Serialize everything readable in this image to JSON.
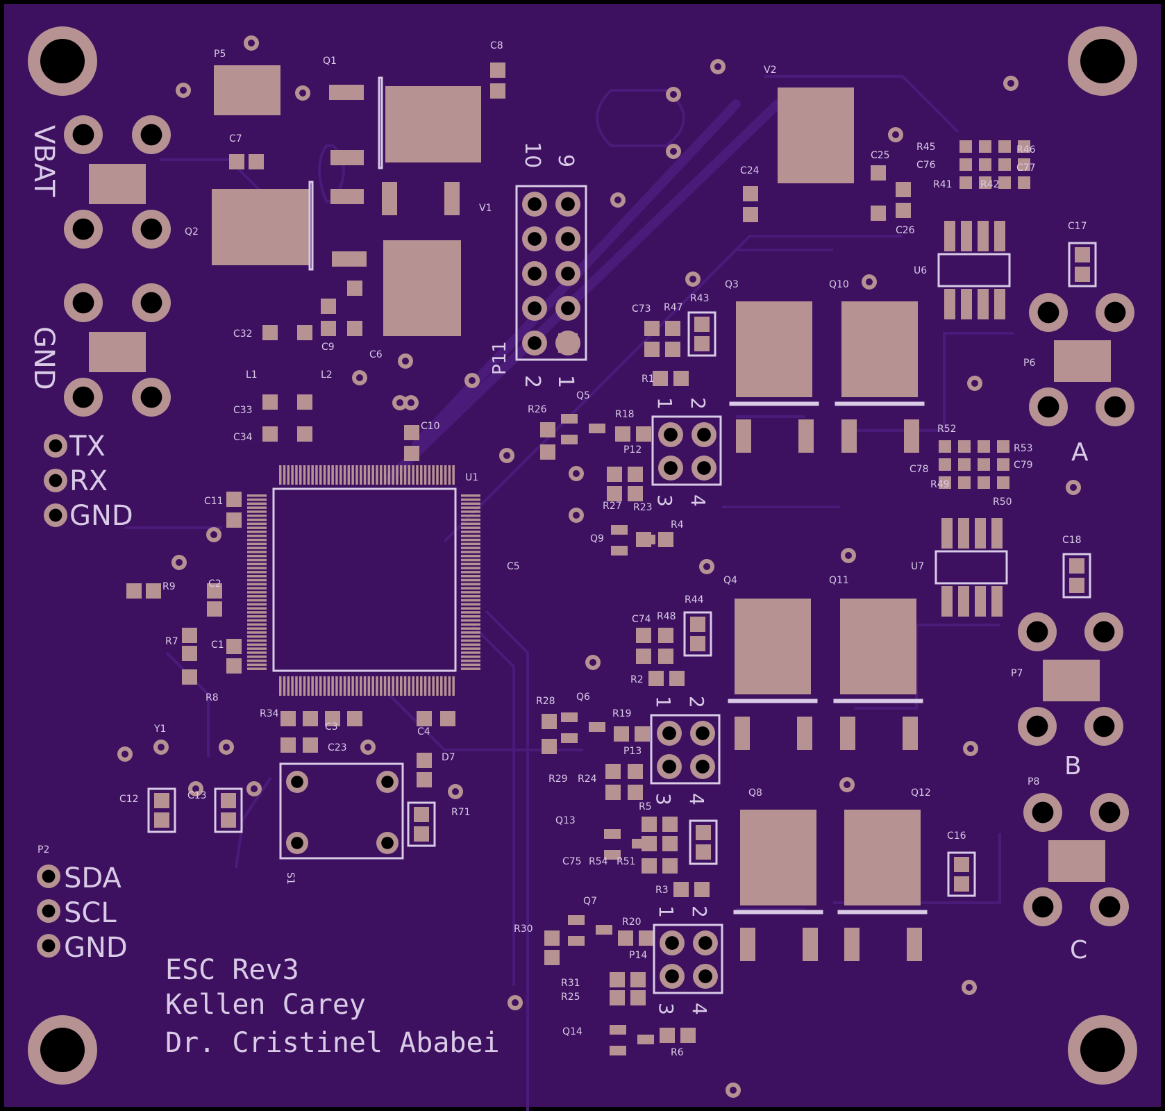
{
  "colors": {
    "board": "#3d1060",
    "board_edge": "#000000",
    "copper": "#b79293",
    "silkscreen": "#d9cbe6",
    "trace": "#4a1b78"
  },
  "title_block": {
    "line1": "ESC Rev3",
    "line2": "Kellen Carey",
    "line3": "Dr. Cristinel Ababei"
  },
  "connectors": {
    "vbat": "VBAT",
    "gnd": "GND",
    "uart": [
      "TX",
      "RX",
      "GND"
    ],
    "i2c_ref": "P2",
    "i2c": [
      "SDA",
      "SCL",
      "GND"
    ],
    "phase_a": "A",
    "phase_b": "B",
    "phase_c": "C"
  },
  "header_p11": {
    "ref": "P11",
    "pin_top_left": "10",
    "pin_top_right": "9",
    "pin_bottom_left": "2",
    "pin_bottom_right": "1"
  },
  "pin_headers": {
    "n1": "1",
    "n2": "2",
    "n3": "3",
    "n4": "4"
  },
  "refs": {
    "P5": "P5",
    "Q1": "Q1",
    "C8": "C8",
    "V2": "V2",
    "C7": "C7",
    "Q2": "Q2",
    "V1": "V1",
    "C32": "C32",
    "C9": "C9",
    "C6": "C6",
    "L1": "L1",
    "L2": "L2",
    "C33": "C33",
    "C34": "C34",
    "C10": "C10",
    "U1": "U1",
    "C11": "C11",
    "C2": "C2",
    "C1": "C1",
    "C5": "C5",
    "R9": "R9",
    "R7": "R7",
    "R8": "R8",
    "Y1": "Y1",
    "C12": "C12",
    "C13": "C13",
    "R34": "R34",
    "C3": "C3",
    "C4": "C4",
    "C23": "C23",
    "D7": "D7",
    "R71": "R71",
    "S1": "S1",
    "C24": "C24",
    "C25": "C25",
    "C26": "C26",
    "R45": "R45",
    "R46": "R46",
    "C76": "C76",
    "C77": "C77",
    "R41": "R41",
    "R42": "R42",
    "U6": "U6",
    "C17": "C17",
    "Q3": "Q3",
    "Q10": "Q10",
    "C73": "C73",
    "R47": "R47",
    "R43": "R43",
    "R1": "R1",
    "P6": "P6",
    "R26": "R26",
    "Q5": "Q5",
    "R18": "R18",
    "P12": "P12",
    "R27": "R27",
    "R23": "R23",
    "R4": "R4",
    "Q9": "Q9",
    "R52": "R52",
    "R53": "R53",
    "C78": "C78",
    "C79": "C79",
    "R49": "R49",
    "R50": "R50",
    "U7": "U7",
    "C18": "C18",
    "Q4": "Q4",
    "Q11": "Q11",
    "C74": "C74",
    "R48": "R48",
    "R44": "R44",
    "R2": "R2",
    "P7": "P7",
    "R28": "R28",
    "Q6": "Q6",
    "R19": "R19",
    "P13": "P13",
    "R29": "R29",
    "R24": "R24",
    "R5": "R5",
    "Q13": "Q13",
    "C75": "C75",
    "R54": "R54",
    "R51": "R51",
    "Q8": "Q8",
    "Q12": "Q12",
    "C16": "C16",
    "P8": "P8",
    "R3": "R3",
    "Q7": "Q7",
    "R30": "R30",
    "R20": "R20",
    "P14": "P14",
    "R31": "R31",
    "R25": "R25",
    "Q14": "Q14",
    "R6": "R6"
  }
}
